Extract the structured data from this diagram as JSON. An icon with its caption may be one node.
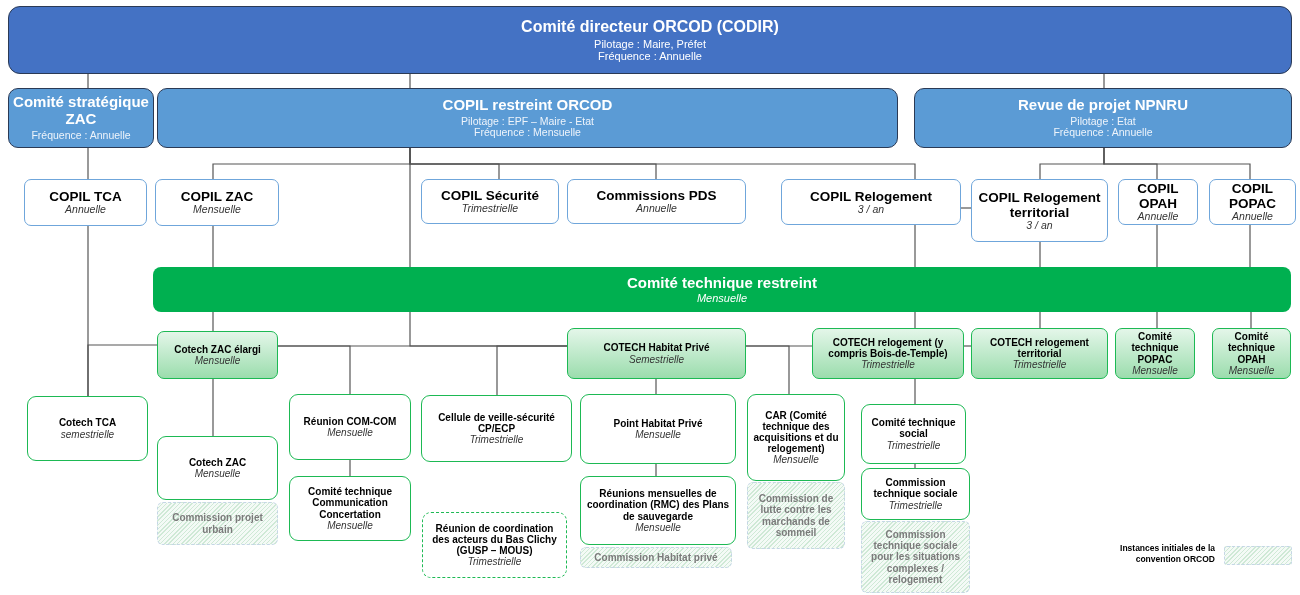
{
  "diagram": {
    "nodes": [
      {
        "text": [
          "Comité directeur ORCOD (CODIR)",
          "Pilotage : Maire, Préfet",
          "Fréquence : Annuelle"
        ]
      },
      {
        "text": [
          "Comité stratégique ZAC",
          "Fréquence : Annuelle"
        ]
      },
      {
        "text": [
          "COPIL restreint ORCOD",
          "Pilotage : EPF – Maire - Etat",
          "Fréquence : Mensuelle"
        ]
      },
      {
        "text": [
          "Revue de projet NPNRU",
          "Pilotage : Etat",
          "Fréquence : Annuelle"
        ]
      },
      {
        "text": [
          "COPIL TCA",
          "Annuelle"
        ]
      },
      {
        "text": [
          "COPIL ZAC",
          "Mensuelle"
        ]
      },
      {
        "text": [
          "COPIL Sécurité",
          "Trimestrielle"
        ]
      },
      {
        "text": [
          "Commissions PDS",
          "Annuelle"
        ]
      },
      {
        "text": [
          "COPIL Relogement",
          "3 / an"
        ]
      },
      {
        "text": [
          "COPIL Relogement territorial",
          "3 / an"
        ]
      },
      {
        "text": [
          "COPIL OPAH",
          "Annuelle"
        ]
      },
      {
        "text": [
          "COPIL POPAC",
          "Annuelle"
        ]
      },
      {
        "text": [
          "Comité technique restreint",
          "Mensuelle"
        ]
      },
      {
        "text": [
          "Cotech ZAC élargi",
          "Mensuelle"
        ]
      },
      {
        "text": [
          "COTECH Habitat Privé",
          "Semestrielle"
        ]
      },
      {
        "text": [
          "COTECH relogement (y compris Bois-de-Temple)",
          "Trimestrielle"
        ]
      },
      {
        "text": [
          "COTECH relogement territorial",
          "Trimestrielle"
        ]
      },
      {
        "text": [
          "Comité technique POPAC",
          "Mensuelle"
        ]
      },
      {
        "text": [
          "Comité technique OPAH",
          "Mensuelle"
        ]
      },
      {
        "text": [
          "Cotech TCA",
          "semestrielle"
        ]
      },
      {
        "text": [
          "Cotech ZAC",
          "Mensuelle"
        ]
      },
      {
        "text": [
          "Réunion COM-COM",
          "Mensuelle"
        ]
      },
      {
        "text": [
          "Comité technique Communication Concertation",
          "Mensuelle"
        ]
      },
      {
        "text": [
          "Cellule de veille-sécurité CP/ECP",
          "Trimestrielle"
        ]
      },
      {
        "text": [
          "Réunion de coordination des acteurs du Bas Clichy (GUSP – MOUS)",
          "Trimestrielle"
        ]
      },
      {
        "text": [
          "Point Habitat Privé",
          "Mensuelle"
        ]
      },
      {
        "text": [
          "Réunions mensuelles de coordination (RMC) des Plans de sauvegarde",
          "Mensuelle"
        ]
      },
      {
        "text": [
          "CAR (Comité technique des acquisitions et du relogement)",
          "Mensuelle"
        ]
      },
      {
        "text": [
          "Comité technique social",
          "Trimestrielle"
        ]
      },
      {
        "text": [
          "Commission technique sociale",
          "Trimestrielle"
        ]
      },
      {
        "text": [
          "Commission projet urbain"
        ]
      },
      {
        "text": [
          "Commission Habitat privé"
        ]
      },
      {
        "text": [
          "Commission de lutte contre les marchands de sommeil"
        ]
      },
      {
        "text": [
          "Commission technique sociale pour les situations complexes / relogement"
        ]
      }
    ],
    "edges": [
      {
        "from": 0,
        "to": 1,
        "arrow": "none"
      },
      {
        "from": 0,
        "to": 2,
        "arrow": "none"
      },
      {
        "from": 0,
        "to": 3,
        "arrow": "none"
      },
      {
        "from": 1,
        "to": 4,
        "arrow": "none"
      },
      {
        "from": 2,
        "to": 5,
        "arrow": "none"
      },
      {
        "from": 2,
        "to": 6,
        "arrow": "none"
      },
      {
        "from": 2,
        "to": 7,
        "arrow": "none"
      },
      {
        "from": 2,
        "to": 8,
        "arrow": "none"
      },
      {
        "from": 3,
        "to": 9,
        "arrow": "none"
      },
      {
        "from": 3,
        "to": 10,
        "arrow": "none"
      },
      {
        "from": 3,
        "to": 11,
        "arrow": "none"
      },
      {
        "from": 5,
        "to": 12,
        "arrow": "none"
      },
      {
        "from": 2,
        "to": 12,
        "arrow": "none"
      },
      {
        "from": 8,
        "to": 12,
        "arrow": "none"
      },
      {
        "from": 9,
        "to": 12,
        "arrow": "none"
      },
      {
        "from": 10,
        "to": 12,
        "arrow": "none"
      },
      {
        "from": 11,
        "to": 12,
        "arrow": "none"
      },
      {
        "from": 8,
        "to": 9,
        "arrow": "none"
      },
      {
        "from": 4,
        "to": 19,
        "arrow": "none"
      },
      {
        "from": 12,
        "to": 13,
        "arrow": "none"
      },
      {
        "from": 13,
        "to": 19,
        "arrow": "none"
      },
      {
        "from": 12,
        "to": 14,
        "arrow": "none"
      },
      {
        "from": 13,
        "to": 21,
        "arrow": "none"
      },
      {
        "from": 14,
        "to": 23,
        "arrow": "none"
      },
      {
        "from": 13,
        "to": 14,
        "arrow": "none"
      },
      {
        "from": 14,
        "to": 25,
        "arrow": "none"
      },
      {
        "from": 25,
        "to": 26,
        "arrow": "none"
      },
      {
        "from": 14,
        "to": 27,
        "arrow": "none"
      },
      {
        "from": 14,
        "to": 15,
        "arrow": "none"
      },
      {
        "from": 12,
        "to": 15,
        "arrow": "none"
      },
      {
        "from": 15,
        "to": 16,
        "arrow": "none"
      },
      {
        "from": 12,
        "to": 16,
        "arrow": "none"
      },
      {
        "from": 12,
        "to": 17,
        "arrow": "none"
      },
      {
        "from": 12,
        "to": 18,
        "arrow": "none"
      },
      {
        "from": 21,
        "to": 22,
        "arrow": "none"
      },
      {
        "from": 15,
        "to": 28,
        "arrow": "none"
      },
      {
        "from": 28,
        "to": 29,
        "arrow": "none"
      },
      {
        "from": 13,
        "to": 20,
        "arrow": "none"
      }
    ],
    "legend": [
      {
        "text": "Instances initiales de la convention ORCOD"
      }
    ]
  }
}
